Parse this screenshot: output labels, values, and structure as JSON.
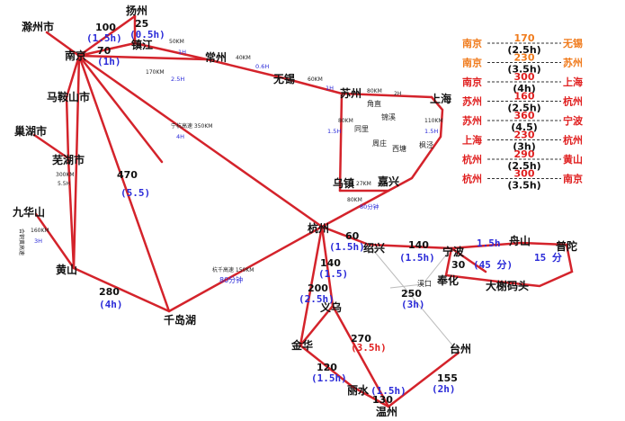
{
  "cities": {
    "chuzhou": "滁州市",
    "yangzhou": "扬州",
    "nanjing": "南京",
    "zhenjiang": "镇江",
    "changzhou": "常州",
    "wuxi": "无锡",
    "suzhou": "苏州",
    "shanghai": "上海",
    "maanshan": "马鞍山市",
    "chaohu": "巢湖市",
    "wuhu": "芜湖市",
    "jiuhuashan": "九华山",
    "huangshan": "黄山",
    "qiandaohu": "千岛湖",
    "wuzhen": "乌镇",
    "jiaxing": "嘉兴",
    "hangzhou": "杭州",
    "shaoxing": "绍兴",
    "ningbo": "宁波",
    "zhoushan": "舟山",
    "putuo": "普陀",
    "fenghua": "奉化",
    "daxiematou": "大榭码头",
    "yiwu": "义乌",
    "jinhua": "金华",
    "lishui": "丽水",
    "wenzhou": "温州",
    "taizhou": "台州"
  },
  "towns": {
    "luzhi": "角直",
    "jinxi": "锦溪",
    "tongli": "同里",
    "zhouzhuang": "周庄",
    "xitang": "西塘",
    "fengjing": "枫泾",
    "xikou": "溪口"
  },
  "links": {
    "nj_yz_dist": "100",
    "nj_yz_time": "(1.5h)",
    "yz_zj_dist": "25",
    "yz_zj_time": "(0.5h)",
    "nj_zj_dist": "70",
    "nj_zj_time": "(1h)",
    "zj_cz_dist": "50KM",
    "zj_cz_time": "1H",
    "nj_cz_dist": "170KM",
    "nj_cz_time": "2.5H",
    "cz_wx_dist": "40KM",
    "cz_wx_time": "0.6H",
    "wx_sz_dist": "60KM",
    "wx_sz_time": "1H",
    "sz_sh_dist": "80KM",
    "sz_sh_time": "2H",
    "sz_wz_dist": "80KM",
    "sz_wz_time": "1.5H",
    "sh_jx_dist": "110KM",
    "sh_jx_time": "1.5H",
    "wz_jx_dist": "27KM",
    "jx_hz_dist": "80KM",
    "jx_hz_time": "80分钟",
    "nj_hz_road": "宁杭高速  350KM",
    "nj_hz_time": "4H",
    "nj_qdh_dist": "470",
    "nj_qdh_time": "(5.5)",
    "wh_hs_dist": "300KM",
    "wh_hs_time": "5.5H",
    "jhs_hs_road": "合铜黄高速",
    "jhs_hs_dist": "160KM",
    "jhs_hs_time": "3H",
    "hs_qdh_dist": "280",
    "hs_qdh_time": "(4h)",
    "hz_qdh_road": "杭千高速  150KM",
    "hz_qdh_time": "80分钟",
    "hz_sx_dist": "60",
    "hz_sx_time": "(1.5h)",
    "sx_nb_dist": "140",
    "sx_nb_time": "(1.5h)",
    "nb_zs_time": "1.5h",
    "nb_fh_dist": "30",
    "nb_dx_time": "(45 分)",
    "zs_pt_time": "15 分",
    "hz_yw_dist": "140",
    "hz_yw_time": "(1.5)",
    "hz_jh_dist": "200",
    "hz_jh_time": "(2.5h)",
    "sx_tz_dist": "250",
    "sx_tz_time": "(3h)",
    "yw_wz_dist": "270",
    "yw_wz_time": "(3.5h)",
    "jh_ls_dist": "120",
    "jh_ls_time": "(1.5h)",
    "ls_wz_time": "(1.5h)",
    "ls_wz_dist": "130",
    "tz_wz_dist": "155",
    "tz_wz_time": "(2h)"
  },
  "legend": [
    {
      "from": "南京",
      "dist": "170",
      "time": "(2.5h)",
      "to": "无锡",
      "color": "#f07b1c"
    },
    {
      "from": "南京",
      "dist": "230",
      "time": "(3.5h)",
      "to": "苏州",
      "color": "#f07b1c"
    },
    {
      "from": "南京",
      "dist": "300",
      "time": "(4h)",
      "to": "上海",
      "color": "#e02020"
    },
    {
      "from": "苏州",
      "dist": "160",
      "time": "(2.5h)",
      "to": "杭州",
      "color": "#e02020"
    },
    {
      "from": "苏州",
      "dist": "360",
      "time": "(4.5)",
      "to": "宁波",
      "color": "#e02020"
    },
    {
      "from": "上海",
      "dist": "230",
      "time": "(3h)",
      "to": "杭州",
      "color": "#e02020"
    },
    {
      "from": "杭州",
      "dist": "290",
      "time": "(2.5h)",
      "to": "黄山",
      "color": "#e02020"
    },
    {
      "from": "杭州",
      "dist": "300",
      "time": "(3.5h)",
      "to": "南京",
      "color": "#e02020"
    }
  ],
  "colors": {
    "route": "#d4232b",
    "time_text": "#2a2ad8",
    "legend_dash": "#333333",
    "legend_value": "#111111"
  }
}
